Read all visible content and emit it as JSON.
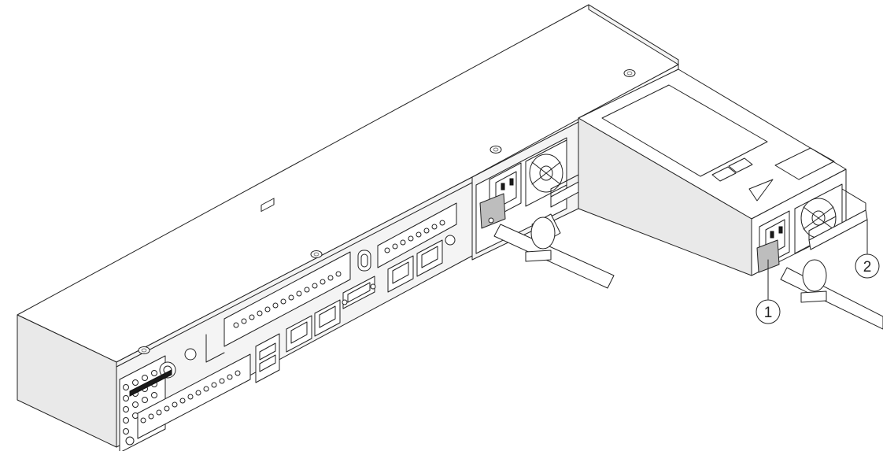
{
  "diagram": {
    "callouts": [
      {
        "id": "callout-1",
        "label": "1"
      },
      {
        "id": "callout-2",
        "label": "2"
      }
    ]
  },
  "colors": {
    "line": "#222222",
    "background": "#ffffff",
    "panel_fill": "#f4f4f4",
    "connector_fill": "#1a1a1a"
  }
}
